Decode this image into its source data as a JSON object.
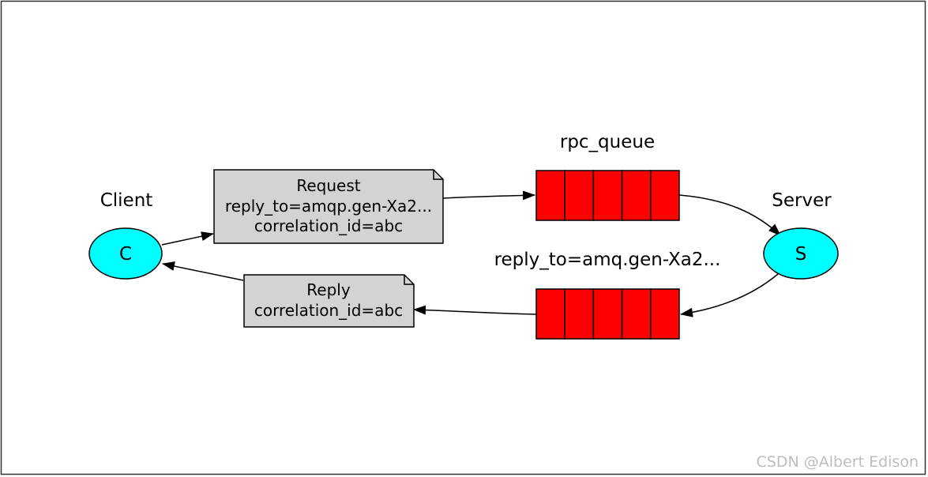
{
  "colors": {
    "node_fill": "#00ffff",
    "queue_fill": "#ff0000",
    "note_fill": "#d3d3d3",
    "stroke": "#000000",
    "frame": "#333333",
    "watermark": "#bdbdbd"
  },
  "client": {
    "caption": "Client",
    "letter": "C"
  },
  "server": {
    "caption": "Server",
    "letter": "S"
  },
  "request_note": {
    "lines": [
      "Request",
      "reply_to=amqp.gen-Xa2...",
      "correlation_id=abc"
    ]
  },
  "reply_note": {
    "lines": [
      "Reply",
      "correlation_id=abc"
    ]
  },
  "rpc_queue": {
    "label": "rpc_queue",
    "cells": 5
  },
  "reply_queue": {
    "label": "reply_to=amq.gen-Xa2...",
    "cells": 5
  },
  "watermark": "CSDN @Albert Edison"
}
